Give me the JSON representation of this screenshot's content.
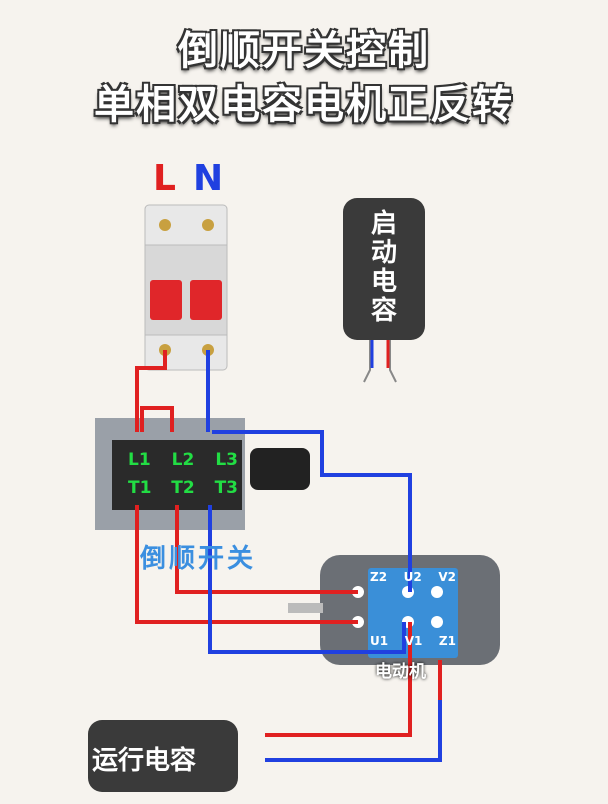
{
  "title_line1": "倒顺开关控制",
  "title_line2": "单相双电容电机正反转",
  "breaker": {
    "L": "L",
    "N": "N"
  },
  "start_capacitor": "启动电容",
  "switch": {
    "label": "倒顺开关",
    "terminals_top": [
      "L1",
      "L2",
      "L3"
    ],
    "terminals_bottom": [
      "T1",
      "T2",
      "T3"
    ]
  },
  "motor": {
    "label": "电动机",
    "terminals_top": [
      "Z2",
      "U2",
      "V2"
    ],
    "terminals_bottom": [
      "U1",
      "V1",
      "Z1"
    ]
  },
  "run_capacitor": "运行电容",
  "colors": {
    "live": "#e02020",
    "neutral": "#2040e0",
    "terminal_text": "#22dd44",
    "switch_label": "#3b8fe0",
    "motor_panel": "#3a8fd8"
  }
}
